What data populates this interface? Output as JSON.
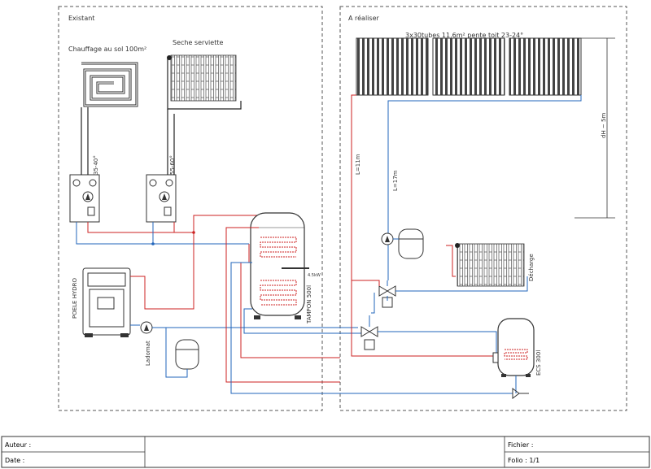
{
  "zones": {
    "existing": "Existant",
    "to_do": "A réaliser"
  },
  "labels": {
    "floor_heating": "Chauffage au sol 100m²",
    "towel_dryer": "Seche serviette",
    "temp_floor": "35-40°",
    "temp_towel": "55-60°",
    "stove": "POELE HYDRO",
    "ladomat": "Ladomat",
    "buffer_tank": "TAMPON 500l",
    "element": "4.5kW",
    "collectors": "3x30tubes 11.6m²  pente toit 23-24°",
    "dh": "dH ~ 5m",
    "l11": "L=11m",
    "l17": "L=17m",
    "discharge": "Décharge",
    "dhw_tank": "ECS 300l"
  },
  "title_block": {
    "author_label": "Auteur :",
    "date_label": "Date :",
    "file_label": "Fichier :",
    "folio_label": "Folio : 1/1"
  },
  "colors": {
    "hot": "#cc2222",
    "cold": "#2266bb",
    "black": "#111111",
    "frame": "#555555"
  }
}
